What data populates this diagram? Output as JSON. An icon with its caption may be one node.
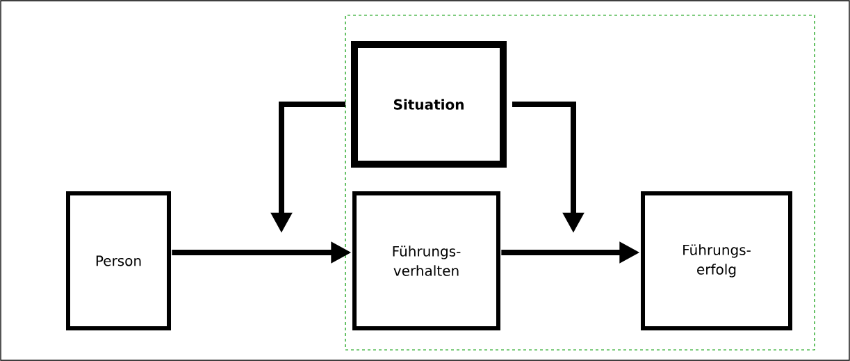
{
  "diagram": {
    "nodes": [
      {
        "text": [],
        "shape": "box"
      },
      {
        "text": [
          "Person"
        ]
      },
      {
        "text": [
          "Situation"
        ],
        "in": 0
      },
      {
        "text": [
          "Führungs-verhalten"
        ],
        "in": 0
      },
      {
        "text": [
          "Führungs-erfolg"
        ],
        "in": 0
      }
    ],
    "edges": [
      {
        "from": 1,
        "to": 3,
        "arrow": "to"
      },
      {
        "from": 2,
        "to": null,
        "arrow": "to"
      },
      {
        "from": 2,
        "to": null,
        "arrow": "to"
      },
      {
        "from": 3,
        "to": 4,
        "arrow": "to"
      }
    ]
  }
}
